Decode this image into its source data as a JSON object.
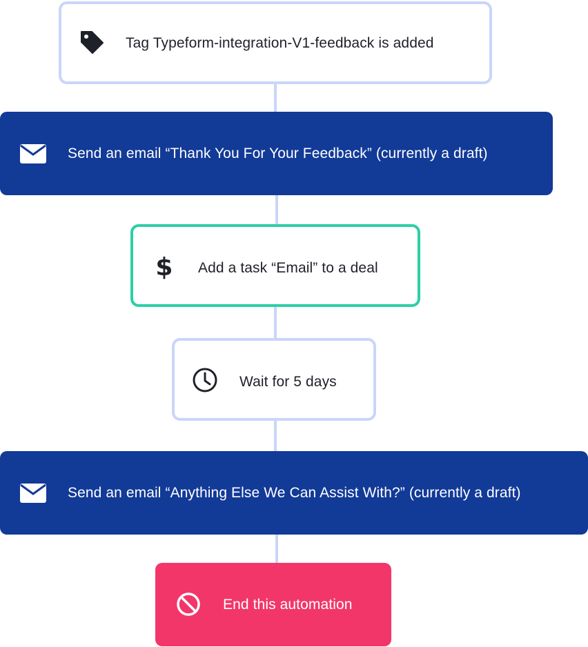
{
  "flow": {
    "trigger": {
      "label": "Tag Typeform-integration-V1-feedback is added",
      "icon": "tag-icon"
    },
    "send_email_1": {
      "label": "Send an email “Thank You For Your Feedback” (currently a draft)",
      "icon": "envelope-icon"
    },
    "add_task": {
      "label": "Add a task “Email” to a deal",
      "icon": "dollar-icon"
    },
    "wait": {
      "label": "Wait for 5 days",
      "icon": "clock-icon"
    },
    "send_email_2": {
      "label": "Send an email “Anything Else We Can Assist With?” (currently a draft)",
      "icon": "envelope-icon"
    },
    "end": {
      "label": "End this automation",
      "icon": "ban-icon"
    }
  },
  "colors": {
    "outline": "#c9d6f7",
    "connector": "#c9d6f7",
    "navy": "#123a97",
    "green": "#2ccfa6",
    "pink": "#f2366a",
    "text_dark": "#1f2129"
  }
}
